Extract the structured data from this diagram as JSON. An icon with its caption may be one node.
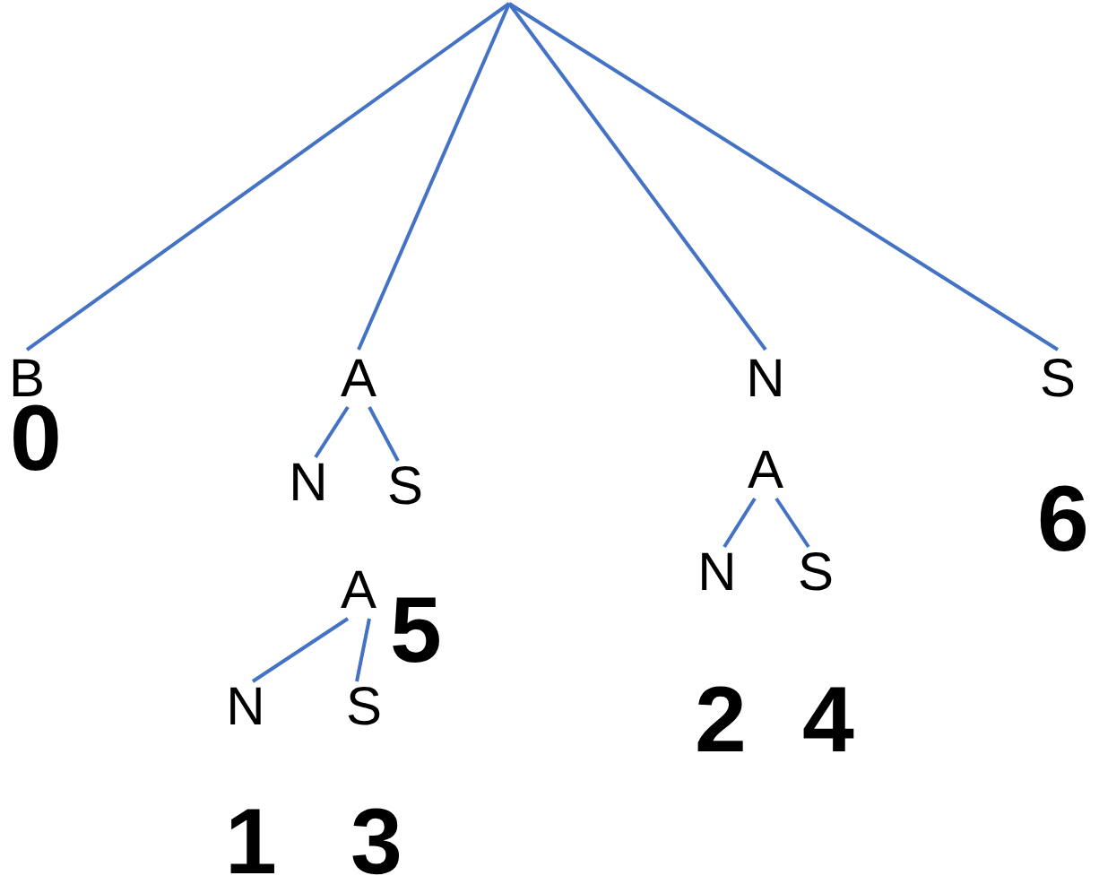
{
  "diagram": {
    "nodes": [
      {
        "text": [
          "B"
        ],
        "beside": [
          "0"
        ]
      },
      {
        "text": [
          "A"
        ]
      },
      {
        "text": [
          "N"
        ]
      },
      {
        "text": [
          "S"
        ],
        "beside": [
          "6"
        ]
      },
      {
        "text": [
          "N"
        ]
      },
      {
        "text": [
          "S"
        ]
      },
      {
        "text": [
          "A"
        ]
      },
      {
        "text": [
          "A"
        ]
      },
      {
        "text": [
          "N"
        ],
        "beside": [
          "2"
        ]
      },
      {
        "text": [
          "S"
        ],
        "beside": [
          "4"
        ]
      },
      {
        "text": [
          "N"
        ],
        "beside": [
          "1"
        ]
      },
      {
        "text": [
          "S"
        ],
        "beside": [
          "3"
        ]
      }
    ],
    "edges": [
      {
        "from": null,
        "to": 0,
        "arrow": "none"
      },
      {
        "from": null,
        "to": 1,
        "arrow": "none"
      },
      {
        "from": null,
        "to": 2,
        "arrow": "none"
      },
      {
        "from": null,
        "to": 3,
        "arrow": "none"
      },
      {
        "from": 1,
        "to": 4,
        "arrow": "none"
      },
      {
        "from": 1,
        "to": 5,
        "arrow": "none"
      },
      {
        "from": 6,
        "to": 8,
        "arrow": "none"
      },
      {
        "from": 6,
        "to": 9,
        "arrow": "none"
      },
      {
        "from": 7,
        "to": 10,
        "arrow": "none"
      },
      {
        "from": 7,
        "to": 11,
        "arrow": "none"
      }
    ],
    "labels": [
      "5"
    ]
  }
}
